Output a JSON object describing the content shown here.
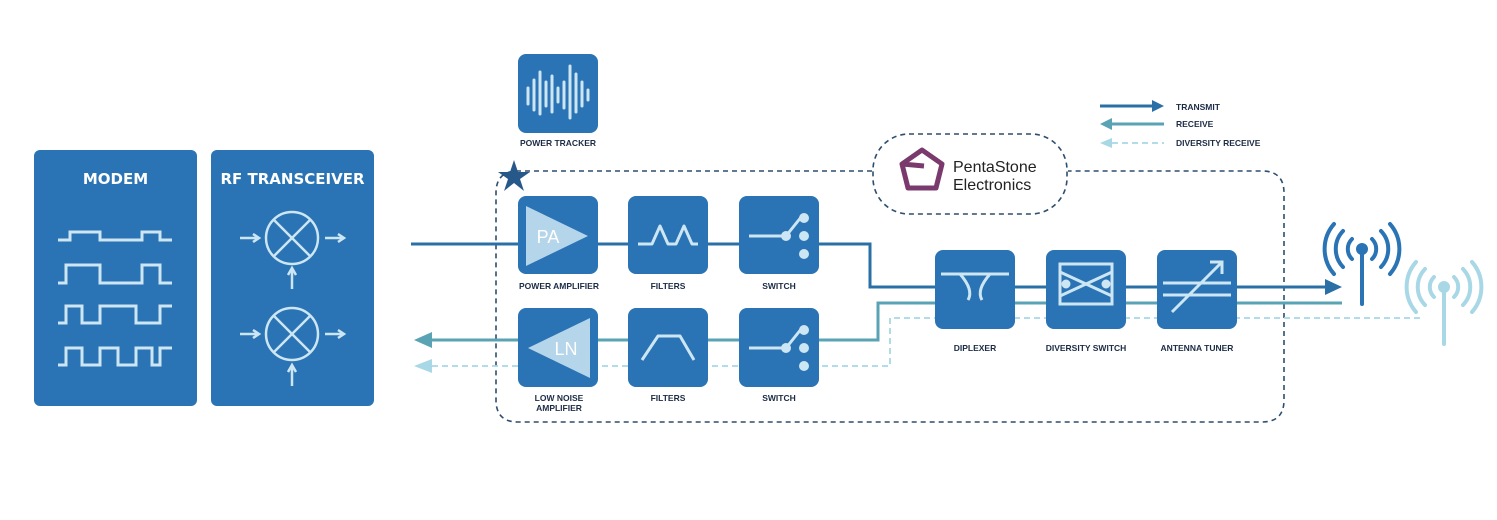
{
  "colors": {
    "block": "#2a73b4",
    "transmit": "#2a6fa6",
    "receive": "#5aa3b4",
    "diversity": "#a8d8e6",
    "icon_light": "#cde6f3",
    "border_dash": "#2d4e6e",
    "logo": "#7a3a6e",
    "star": "#27588a"
  },
  "blocks": {
    "modem": "MODEM",
    "rf_transceiver": "RF TRANSCEIVER",
    "power_tracker": "POWER TRACKER",
    "power_amplifier": "POWER AMPLIFIER",
    "pa_icon_text": "PA",
    "filters_tx": "FILTERS",
    "switch_tx": "SWITCH",
    "lna_line1": "LOW NOISE",
    "lna_line2": "AMPLIFIER",
    "ln_icon_text": "LN",
    "filters_rx": "FILTERS",
    "switch_rx": "SWITCH",
    "diplexer": "DIPLEXER",
    "diversity_switch": "DIVERSITY SWITCH",
    "antenna_tuner": "ANTENNA TUNER"
  },
  "legend": {
    "transmit": "TRANSMIT",
    "receive": "RECEIVE",
    "diversity_receive": "DIVERSITY RECEIVE"
  },
  "logo": {
    "line1": "PentaStone",
    "line2": "Electronics",
    "icon": "pentagon-logo-icon"
  },
  "icons": [
    "waveform-icon",
    "mixer-icon",
    "triangle-amplifier-icon",
    "filter-icon",
    "switch-icon",
    "diplexer-icon",
    "crossover-icon",
    "tuner-icon",
    "antenna-icon",
    "star-icon"
  ]
}
